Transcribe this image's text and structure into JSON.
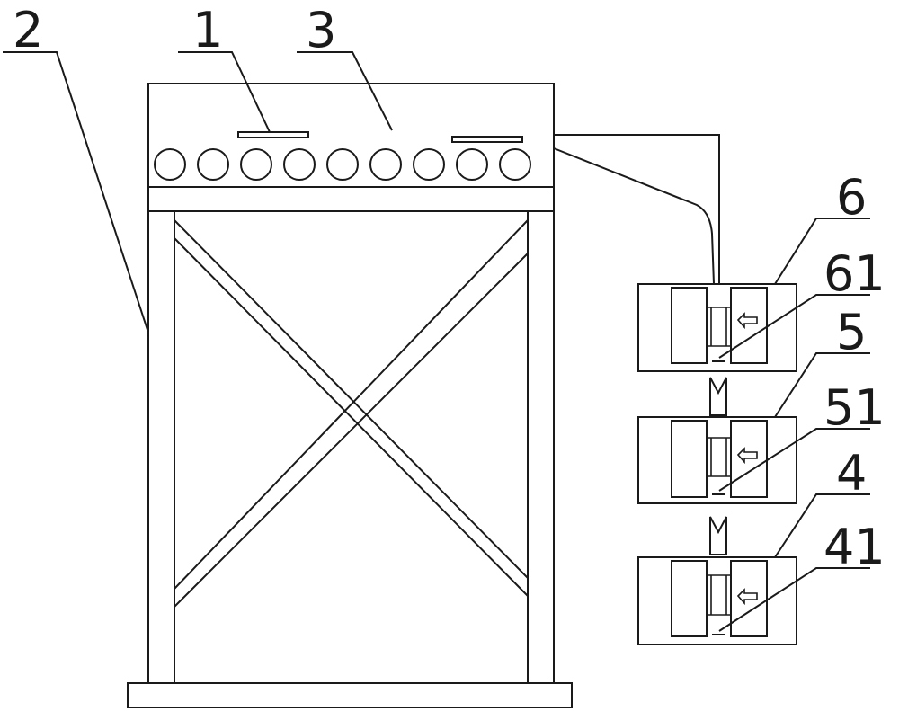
{
  "labels": {
    "l1": "1",
    "l2": "2",
    "l3": "3",
    "l6": "6",
    "l61": "61",
    "l5": "5",
    "l51": "51",
    "l4": "4",
    "l41": "41"
  },
  "colors": {
    "line": "#1a1a1a",
    "background": "#ffffff"
  }
}
